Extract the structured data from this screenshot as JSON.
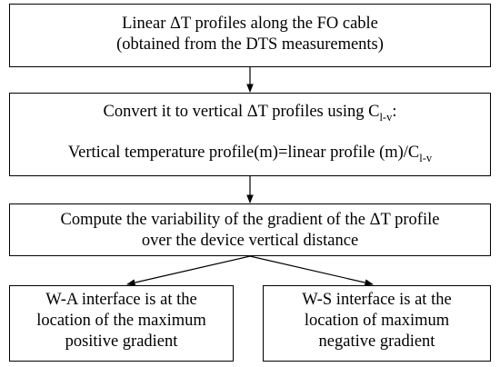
{
  "box1": {
    "line1": "Linear ΔT profiles along the FO cable",
    "line2": "(obtained from the DTS measurements)"
  },
  "box2": {
    "line1_pre": "Convert it to vertical ΔT profiles using C",
    "line1_sub": "l-v",
    "line1_post": ":",
    "line2_pre": "Vertical temperature profile(m)=linear profile (m)/C",
    "line2_sub": "l-v"
  },
  "box3": {
    "line1": "Compute the variability of the gradient of the ΔT profile",
    "line2": "over the device vertical distance"
  },
  "box4": {
    "line1": "W-A interface is at the",
    "line2": "location of the maximum",
    "line3": "positive gradient"
  },
  "box5": {
    "line1": "W-S interface is at the",
    "line2": "location of maximum",
    "line3": "negative gradient"
  }
}
